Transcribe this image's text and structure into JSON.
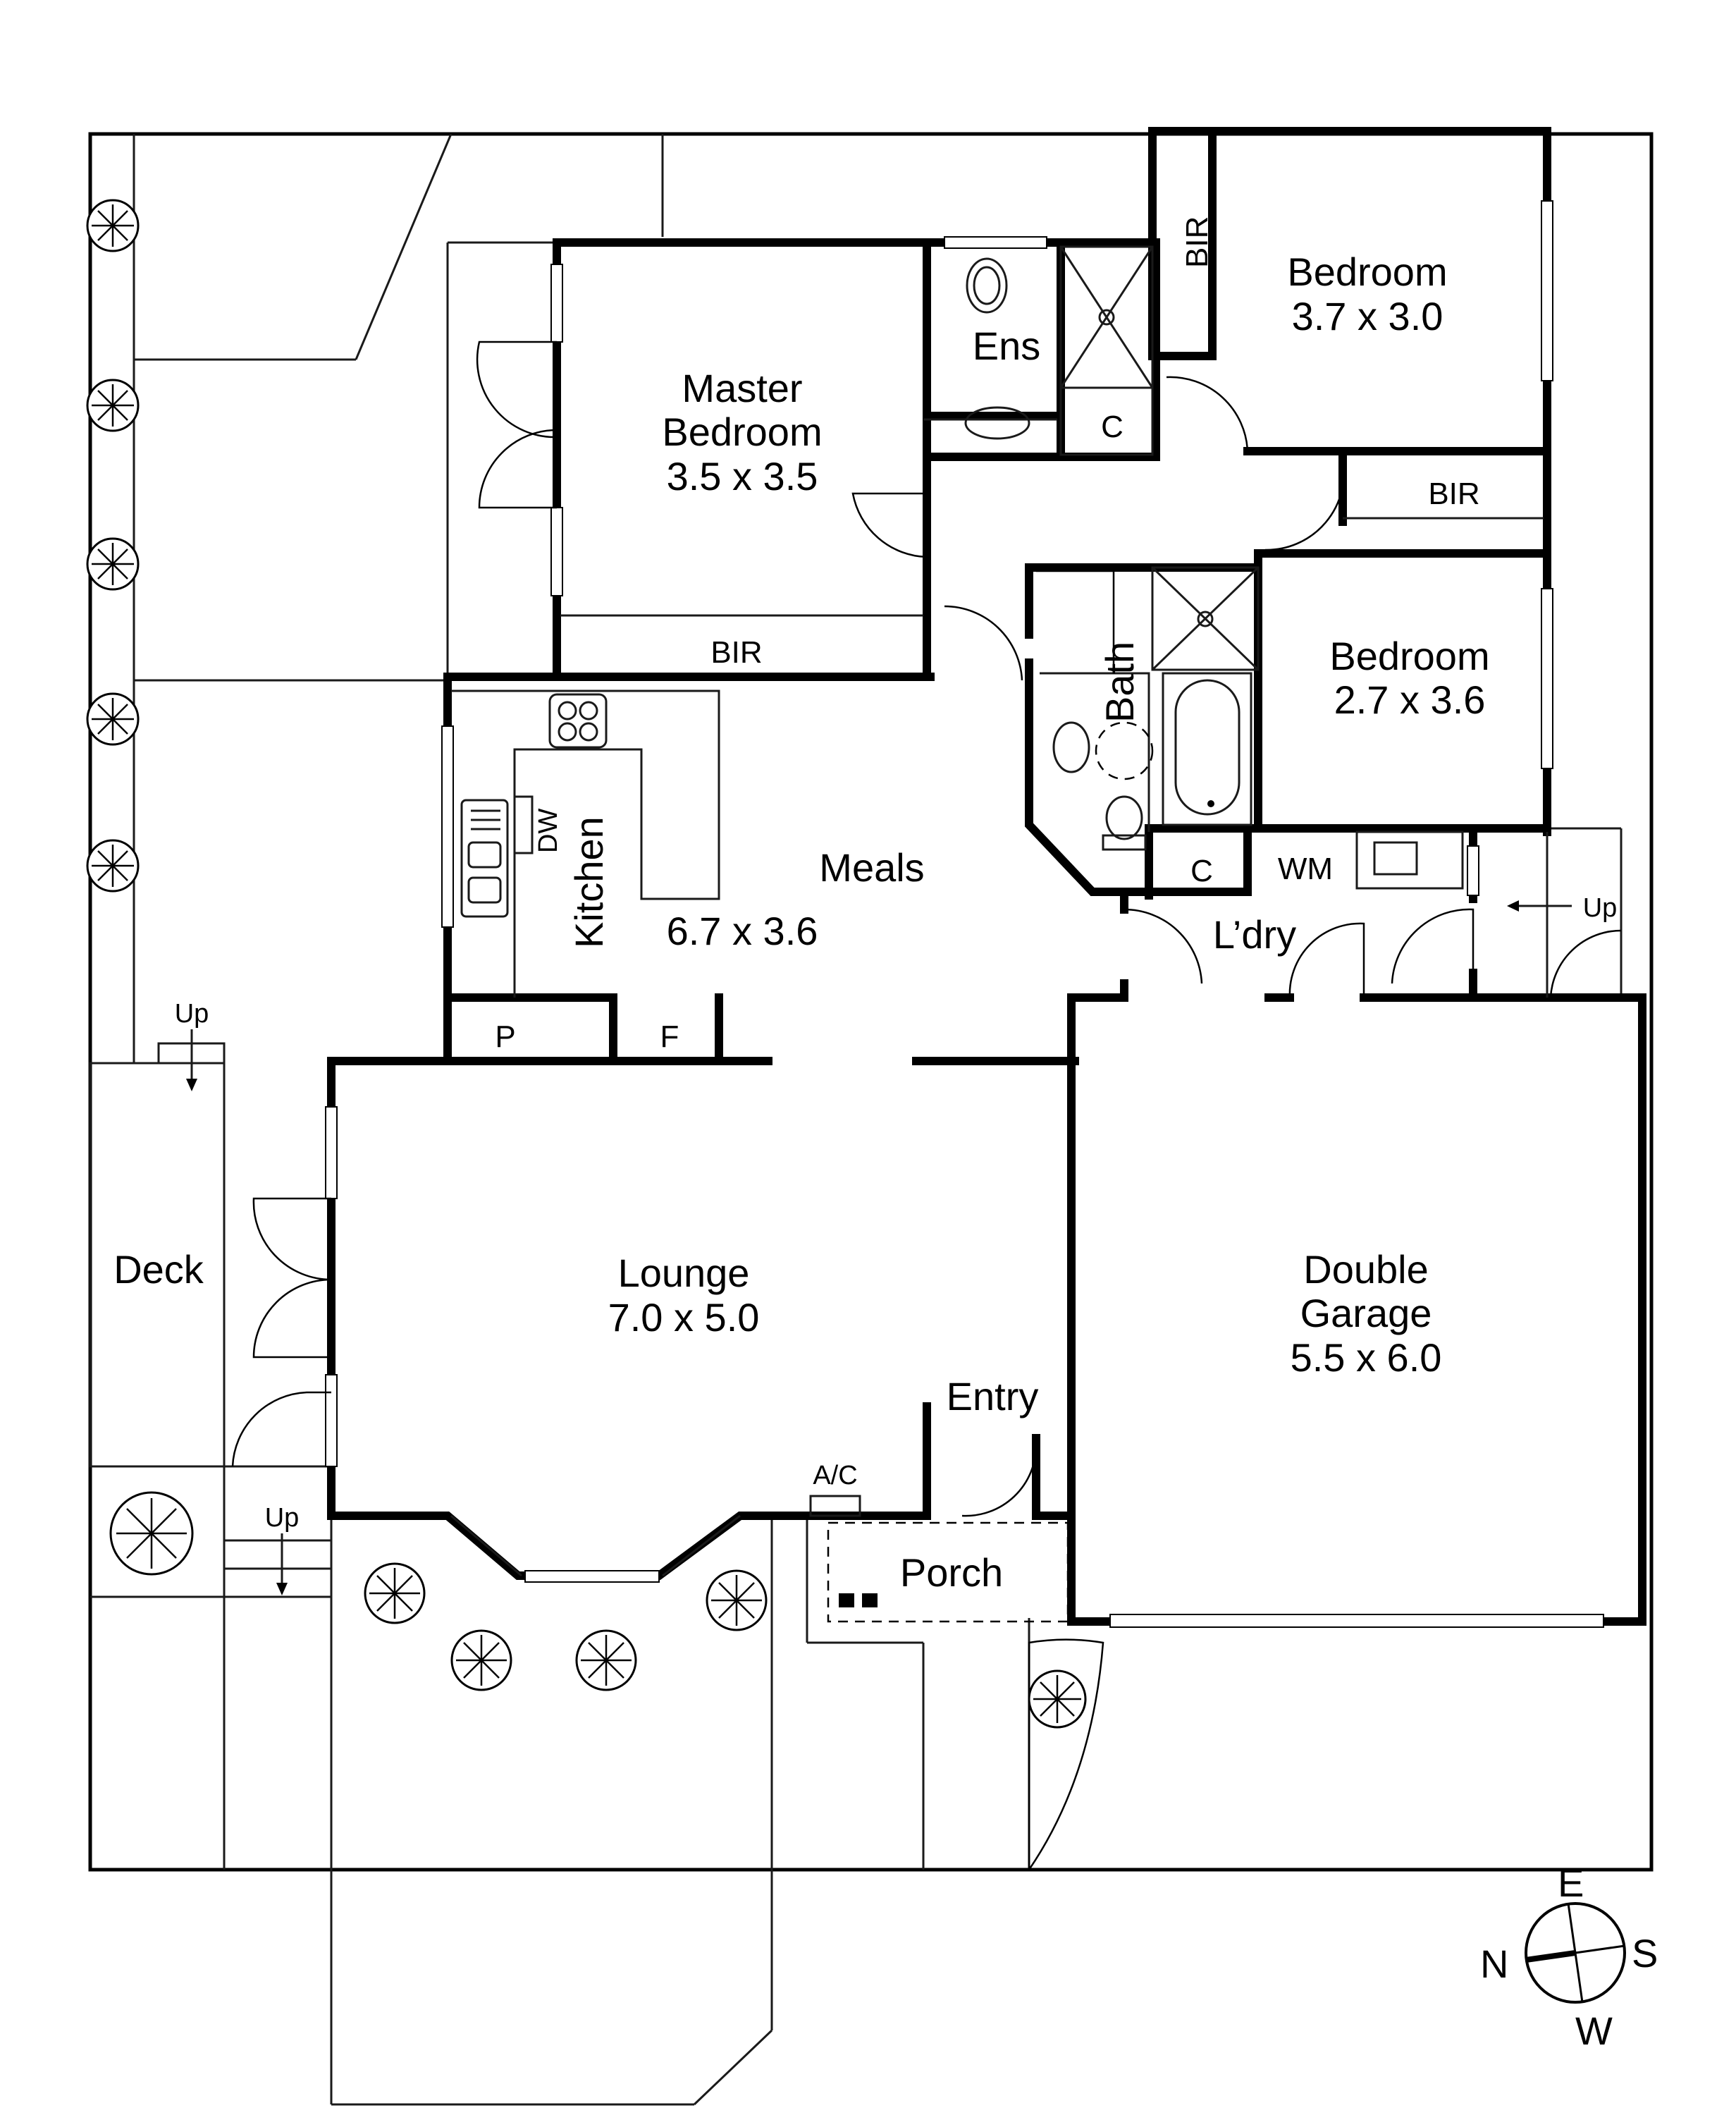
{
  "rooms": {
    "master_bedroom": {
      "name_line1": "Master",
      "name_line2": "Bedroom",
      "size": "3.5 x 3.5"
    },
    "bedroom_east": {
      "name": "Bedroom",
      "size": "3.7 x 3.0"
    },
    "bedroom_mid": {
      "name": "Bedroom",
      "size": "2.7 x 3.6"
    },
    "ensuite": {
      "name": "Ens"
    },
    "bath": {
      "name": "Bath"
    },
    "kitchen": {
      "name": "Kitchen",
      "dw": "DW"
    },
    "meals": {
      "name": "Meals",
      "size": "6.7 x 3.6"
    },
    "lounge": {
      "name": "Lounge",
      "size": "7.0 x 5.0"
    },
    "laundry": {
      "name": "L’dry",
      "wm": "WM"
    },
    "garage": {
      "name_line1": "Double",
      "name_line2": "Garage",
      "size": "5.5 x 6.0"
    },
    "entry": {
      "name": "Entry"
    },
    "porch": {
      "name": "Porch",
      "ac": "A/C"
    },
    "deck": {
      "name": "Deck"
    }
  },
  "storage": {
    "bir": "BIR",
    "cupboard": "C",
    "pantry": "P",
    "fridge": "F"
  },
  "stairs": {
    "up": "Up"
  },
  "compass": {
    "north": "N",
    "east": "E",
    "south": "S",
    "west": "W"
  }
}
